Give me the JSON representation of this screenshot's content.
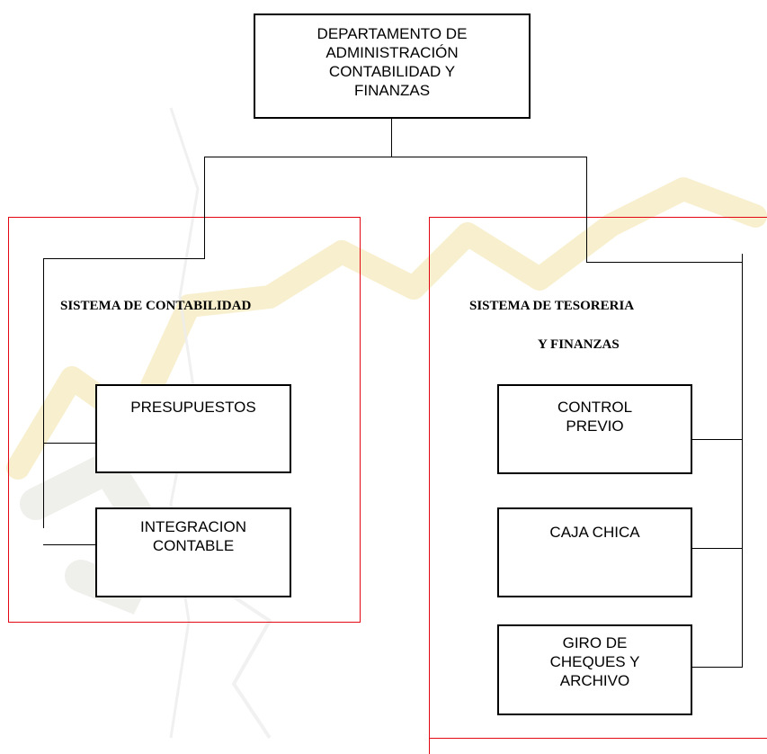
{
  "top": {
    "lines": [
      "DEPARTAMENTO DE",
      "ADMINISTRACIÓN",
      "CONTABILIDAD Y",
      "FINANZAS"
    ]
  },
  "left_section": {
    "title": "SISTEMA DE CONTABILIDAD"
  },
  "right_section": {
    "title_line1": "SISTEMA DE TESORERIA",
    "title_line2": "Y FINANZAS"
  },
  "boxes": {
    "presupuestos": {
      "lines": [
        "PRESUPUESTOS"
      ]
    },
    "integracion": {
      "lines": [
        "INTEGRACION",
        "CONTABLE"
      ]
    },
    "control_previo": {
      "lines": [
        "CONTROL",
        "PREVIO"
      ]
    },
    "caja_chica": {
      "lines": [
        "CAJA CHICA"
      ]
    },
    "giro_cheques": {
      "lines": [
        "GIRO DE",
        "CHEQUES Y",
        "ARCHIVO"
      ]
    }
  },
  "colors": {
    "section_border": "#e30613",
    "line": "#000000"
  }
}
